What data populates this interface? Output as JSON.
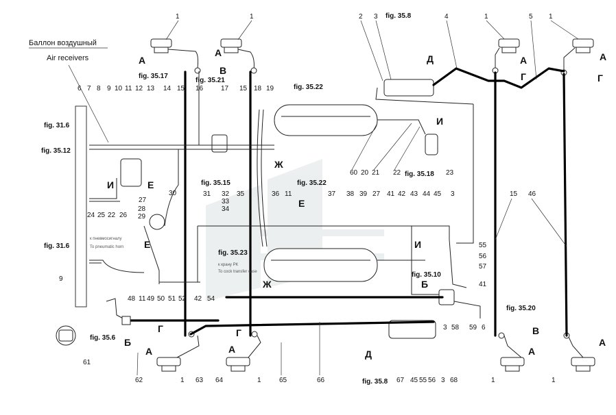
{
  "title_ru": "Баллон воздушный",
  "title_en": "Air receivers",
  "letters": [
    "А",
    "А",
    "А",
    "А",
    "А",
    "А",
    "А",
    "А",
    "В",
    "В",
    "Г",
    "Г",
    "Г",
    "Г",
    "Д",
    "Д",
    "Ж",
    "Ж",
    "И",
    "И",
    "И",
    "Е",
    "Е",
    "Е",
    "Б",
    "Б"
  ],
  "fig_refs": [
    "fig. 35.8",
    "fig. 35.17",
    "fig. 35.21",
    "fig. 35.22",
    "fig. 31.6",
    "fig. 35.12",
    "fig. 35.18",
    "fig. 35.15",
    "fig. 35.22",
    "fig. 31.6",
    "fig. 35.23",
    "fig. 35.10",
    "fig. 35.20",
    "fig. 35.6",
    "fig. 35.8"
  ],
  "notes": {
    "pneumo_ru": "к пневмосигналу",
    "pneumo_en": "To pneumatic horn",
    "rk_ru": "к крану РК",
    "rk_en": "To cock transfer case"
  },
  "numbers": {
    "top_row": [
      "1",
      "1",
      "2",
      "3",
      "4",
      "1",
      "5",
      "1"
    ],
    "row_left": [
      "6",
      "7",
      "8",
      "9",
      "10",
      "11",
      "12",
      "13",
      "14",
      "15",
      "16",
      "17",
      "15",
      "18",
      "19"
    ],
    "mid_left": [
      "24",
      "25",
      "22",
      "26",
      "27",
      "28",
      "29",
      "30"
    ],
    "mid_row": [
      "31",
      "32",
      "33",
      "34",
      "35",
      "36",
      "11",
      "37",
      "38",
      "39",
      "27",
      "41",
      "42",
      "43",
      "44",
      "45",
      "3"
    ],
    "tank_top": [
      "60",
      "20",
      "21",
      "22",
      "23"
    ],
    "right_side": [
      "55",
      "56",
      "57",
      "41",
      "15",
      "46"
    ],
    "bottom_row": [
      "48",
      "11",
      "49",
      "50",
      "51",
      "52",
      "42",
      "54",
      "3",
      "58",
      "59",
      "6"
    ],
    "bottom": [
      "61",
      "62",
      "1",
      "63",
      "64",
      "1",
      "65",
      "66",
      "67",
      "45",
      "55",
      "56",
      "3",
      "68",
      "1",
      "1"
    ],
    "left_misc": [
      "9"
    ]
  }
}
